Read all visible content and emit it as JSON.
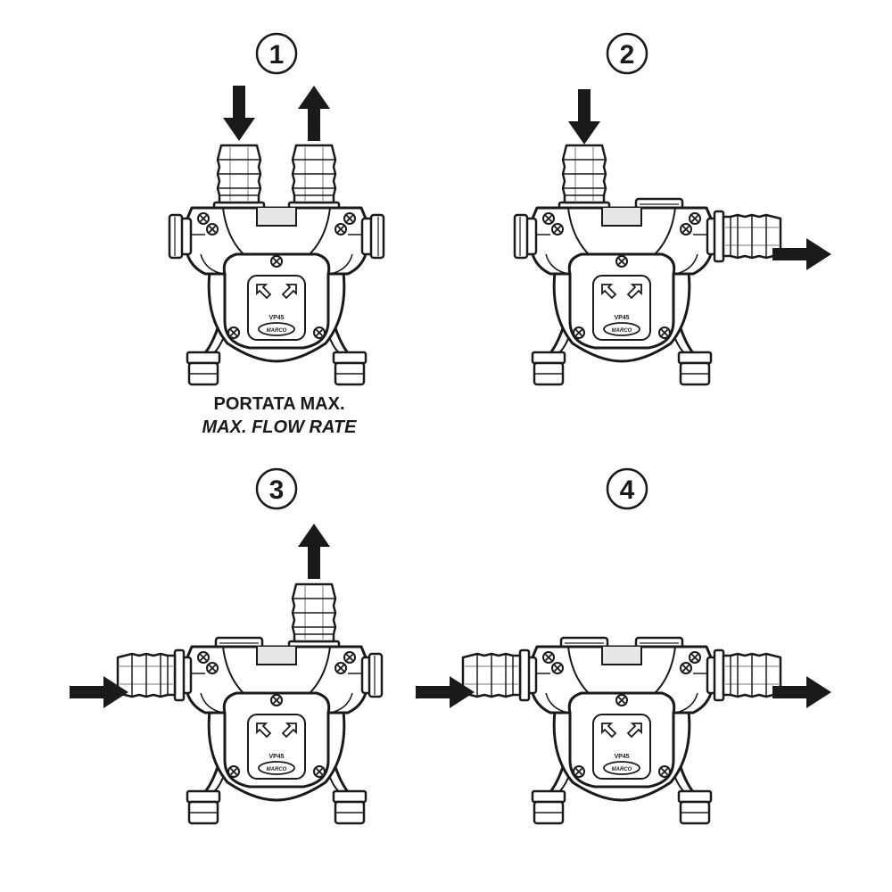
{
  "configurations": [
    {
      "number": "1",
      "model": "VP45",
      "brand": "MARCO",
      "inlet": "top-left",
      "outlet": "top-right"
    },
    {
      "number": "2",
      "model": "VP45",
      "brand": "MARCO",
      "inlet": "top-left",
      "outlet": "side-right"
    },
    {
      "number": "3",
      "model": "VP45",
      "brand": "MARCO",
      "inlet": "side-left",
      "outlet": "top-right"
    },
    {
      "number": "4",
      "model": "VP45",
      "brand": "MARCO",
      "inlet": "side-left",
      "outlet": "side-right"
    }
  ],
  "caption": {
    "main": "PORTATA MAX.",
    "sub": "MAX. FLOW RATE"
  },
  "colors": {
    "ink": "#1a1a1a",
    "body_fill": "#ffffff",
    "shade": "#e6e6e6"
  }
}
